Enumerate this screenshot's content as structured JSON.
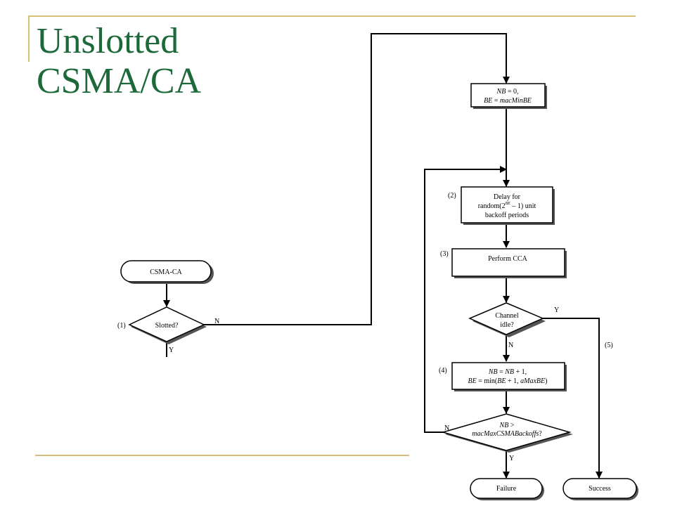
{
  "slide": {
    "title_line1": "Unslotted",
    "title_line2": "CSMA/CA"
  },
  "colors": {
    "title": "#1c6a3a",
    "accent_lines": "#d8c07a"
  },
  "flowchart": {
    "start": "CSMA-CA",
    "step1": {
      "num": "(1)",
      "question": "Slotted?",
      "yes": "Y",
      "no": "N"
    },
    "init": {
      "nb_var": "NB",
      "nb_rest": " = 0,",
      "be_var": "BE",
      "be_eq": " = ",
      "be_val": "macMinBE"
    },
    "step2": {
      "num": "(2)",
      "line1": "Delay for",
      "line2_pre": "random(2",
      "line2_sup": "BE",
      "line2_post": " – 1) unit",
      "line3": "backoff periods"
    },
    "step3": {
      "num": "(3)",
      "text": "Perform CCA"
    },
    "channel": {
      "line1": "Channel",
      "line2": "idle?",
      "yes": "Y",
      "no": "N"
    },
    "step4": {
      "num": "(4)",
      "nb_var": "NB",
      "nb_eq": " = ",
      "nb_var2": "NB",
      "nb_rest": " + 1,",
      "be_var": "BE",
      "be_eq": " = min(",
      "be_var2": "BE",
      "be_mid": " + 1, ",
      "be_max": "aMaxBE",
      "be_end": ")"
    },
    "step5": {
      "num": "(5)"
    },
    "backoff_check": {
      "var": "NB",
      "op": " >",
      "limit": "macMaxCSMABackoffs",
      "q": "?",
      "yes": "Y",
      "no": "N"
    },
    "failure": "Failure",
    "success": "Success"
  }
}
